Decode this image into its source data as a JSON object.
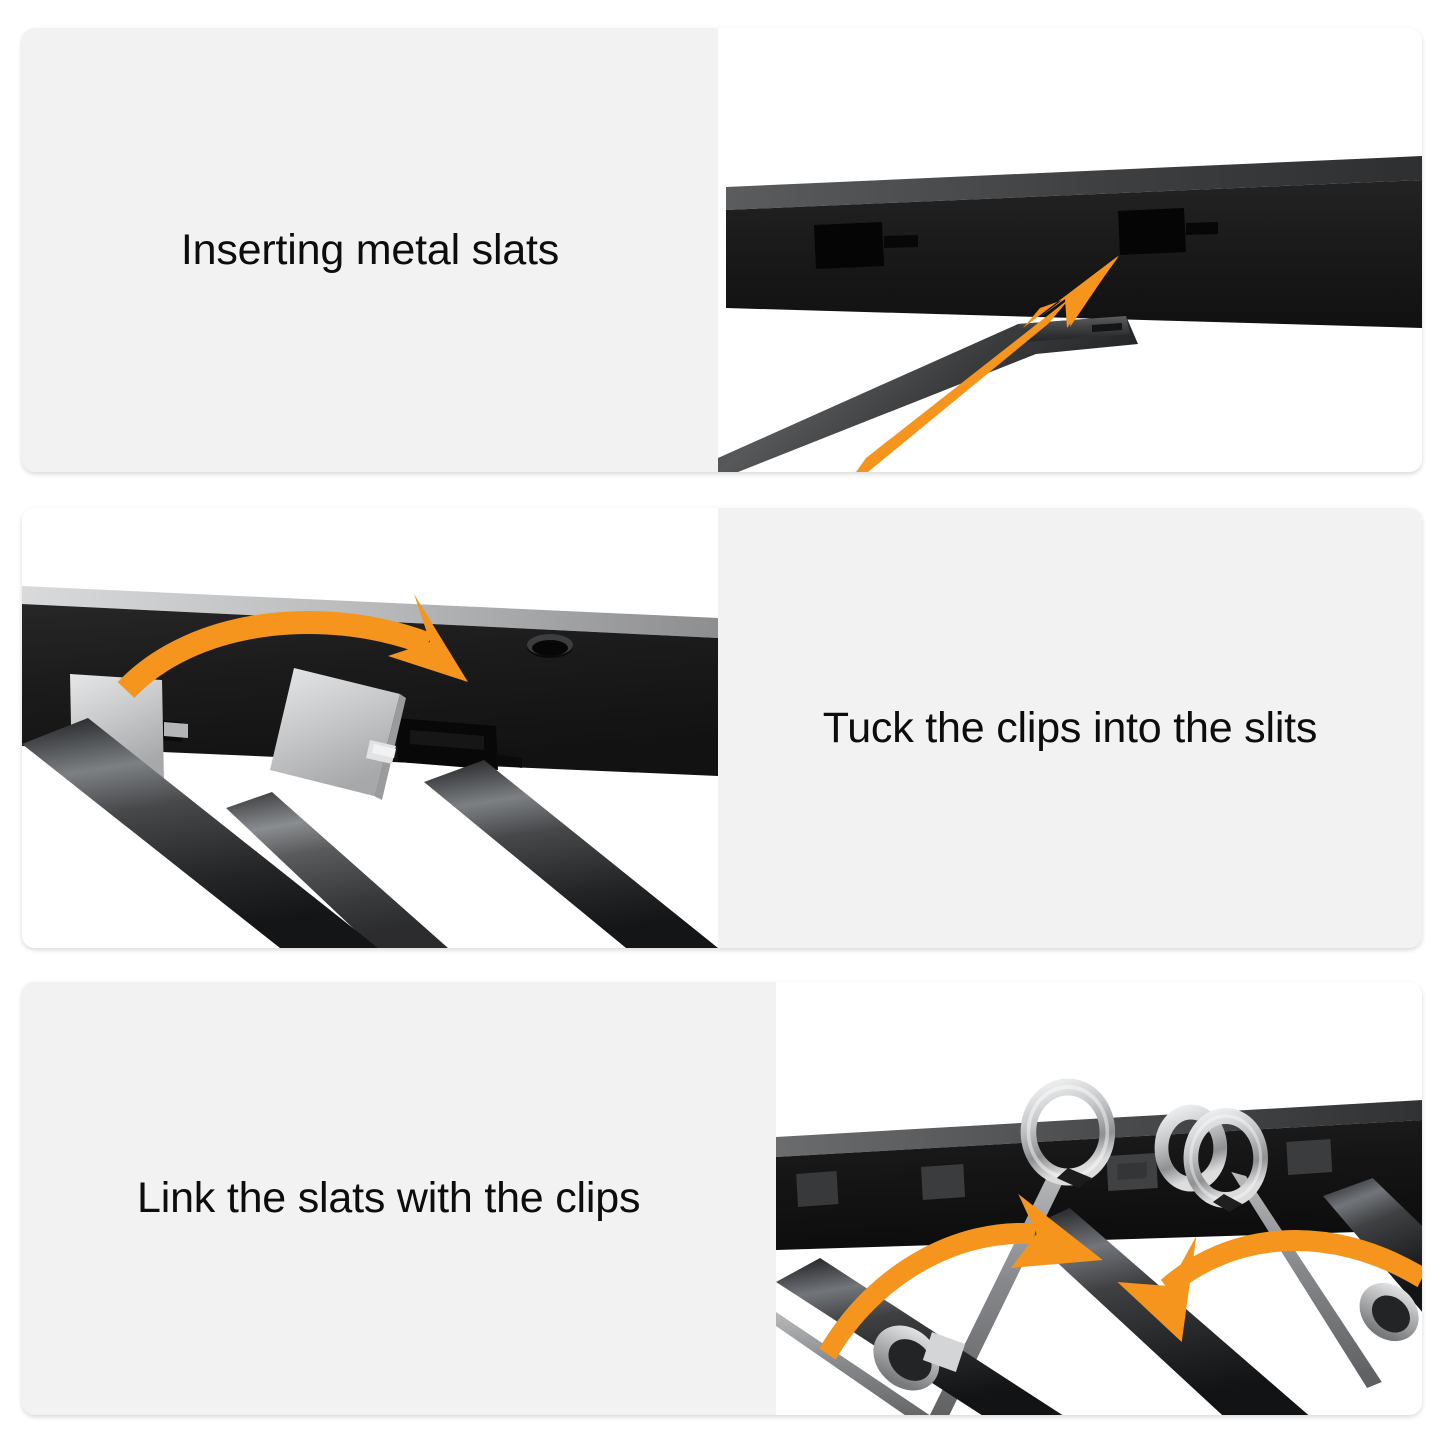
{
  "page": {
    "title": "Bed frame slat assembly instructions",
    "background_color": "#ffffff",
    "panel_background_color": "#f2f2f2",
    "photo_background_color": "#ffffff",
    "text_color": "#0d0d0d",
    "accent_color": "#f5951e"
  },
  "steps": [
    {
      "index": 1,
      "caption": "Inserting metal slats",
      "caption_side": "left",
      "caption_align": "center",
      "illustration": {
        "name": "slat-into-rail-slot",
        "description": "Underside view of a black bed frame side rail with two rectangular slots; a dark metal slat is being pushed up into the right-hand slot.",
        "arrows": [
          {
            "name": "insert-arrow",
            "style": "straight",
            "direction": "up-right",
            "color": "#f5951e"
          }
        ],
        "parts": [
          "black-side-rail",
          "rail-slot",
          "metal-slat",
          "slat-end-tab"
        ]
      }
    },
    {
      "index": 2,
      "caption": "Tuck the clips into the slits",
      "caption_side": "right",
      "caption_align": "center",
      "illustration": {
        "name": "clip-into-slit",
        "description": "Angled underside view of the black rail showing two silver clip plates, one already seated in a slit and one tilted toward an open slit, with two black tubular slats crossing below. A small screw hole is visible on the rail top edge.",
        "arrows": [
          {
            "name": "tuck-arrow",
            "style": "curved",
            "direction": "right-down",
            "color": "#f5951e"
          }
        ],
        "parts": [
          "black-side-rail",
          "rail-slit",
          "silver-clip-plate",
          "tubular-slat",
          "screw-hole"
        ]
      }
    },
    {
      "index": 3,
      "caption": "Link the slats with the clips",
      "caption_side": "left",
      "caption_align": "left",
      "illustration": {
        "name": "slats-linked-with-clips",
        "description": "Black side rail with several dark rectangular slat sockets; silver wire clips with open C-ring ends hook the black tubular slats together, with silver collars clamping the slat crossings.",
        "arrows": [
          {
            "name": "link-arrow-left",
            "style": "curved",
            "direction": "up-right",
            "color": "#f5951e"
          },
          {
            "name": "link-arrow-right",
            "style": "curved",
            "direction": "down-left",
            "color": "#f5951e"
          }
        ],
        "parts": [
          "black-side-rail",
          "slat-socket",
          "silver-wire-clip",
          "c-ring",
          "tubular-slat",
          "silver-collar"
        ]
      }
    }
  ]
}
